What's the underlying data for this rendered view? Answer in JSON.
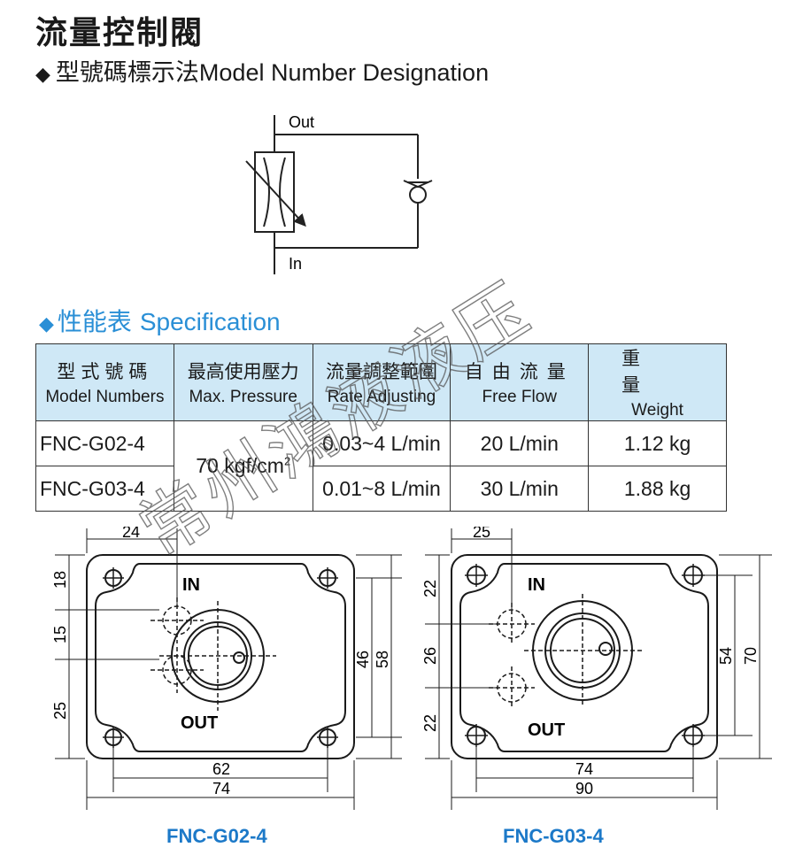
{
  "header": {
    "title": "流量控制閥",
    "subtitle_zh": "型號碼標示法",
    "subtitle_en": "Model Number Designation"
  },
  "symbol": {
    "out_label": "Out",
    "in_label": "In"
  },
  "spec": {
    "heading_zh": "性能表",
    "heading_en": "Specification",
    "columns": [
      {
        "zh": "型式號碼",
        "en": "Model Numbers"
      },
      {
        "zh": "最高使用壓力",
        "en": "Max. Pressure"
      },
      {
        "zh": "流量調整範圍",
        "en": "Rate Adjusting"
      },
      {
        "zh": "自由流量",
        "en": "Free Flow"
      },
      {
        "zh": "重量",
        "en": "Weight"
      }
    ],
    "pressure_value": "70 kgf/cm",
    "pressure_sup": "2",
    "rows": [
      {
        "model": "FNC-G02-4",
        "rate": "0.03~4 L/min",
        "free_flow": "20 L/min",
        "weight": "1.12 kg"
      },
      {
        "model": "FNC-G03-4",
        "rate": "0.01~8 L/min",
        "free_flow": "30 L/min",
        "weight": "1.88 kg"
      }
    ]
  },
  "drawings": {
    "g02": {
      "caption": "FNC-G02-4",
      "port_in": "IN",
      "port_out": "OUT",
      "dim_top": "24",
      "dim_left_1": "18",
      "dim_left_2": "15",
      "dim_left_3": "25",
      "dim_right_inner": "46",
      "dim_right_outer": "58",
      "dim_bottom_inner": "62",
      "dim_bottom_outer": "74"
    },
    "g03": {
      "caption": "FNC-G03-4",
      "port_in": "IN",
      "port_out": "OUT",
      "dim_top": "25",
      "dim_left_1": "22",
      "dim_left_2": "26",
      "dim_left_3": "22",
      "dim_right_inner": "54",
      "dim_right_outer": "70",
      "dim_bottom_inner": "74",
      "dim_bottom_outer": "90"
    }
  },
  "watermark": "常州鴻液液压"
}
